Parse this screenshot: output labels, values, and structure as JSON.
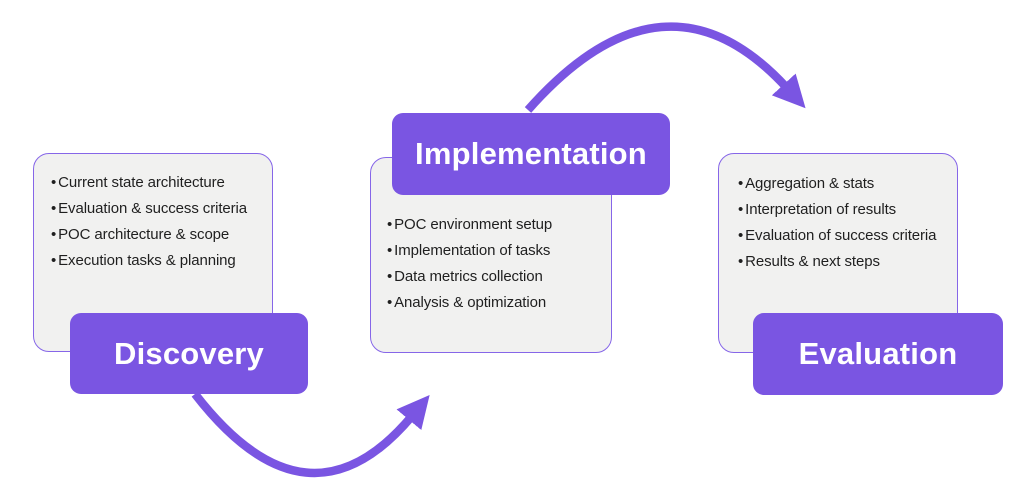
{
  "diagram": {
    "colors": {
      "accent_purple": "#7A55E2",
      "card_fill": "#F1F1F0",
      "card_border": "#8666E8",
      "label_text": "#FFFFFF",
      "item_text": "#1F1F1F"
    },
    "phases": [
      {
        "label": "Discovery",
        "items": [
          "Current state architecture",
          "Evaluation & success criteria",
          "POC architecture & scope",
          "Execution tasks & planning"
        ]
      },
      {
        "label": "Implementation",
        "items": [
          "POC environment setup",
          "Implementation of tasks",
          "Data metrics collection",
          "Analysis & optimization"
        ]
      },
      {
        "label": "Evaluation",
        "items": [
          "Aggregation & stats",
          "Interpretation of results",
          "Evaluation of success criteria",
          "Results & next steps"
        ]
      }
    ],
    "arrows": [
      {
        "name": "discovery-to-implementation",
        "direction": "curves-down-then-up-right"
      },
      {
        "name": "implementation-to-evaluation",
        "direction": "curves-up-then-down-right"
      }
    ]
  }
}
